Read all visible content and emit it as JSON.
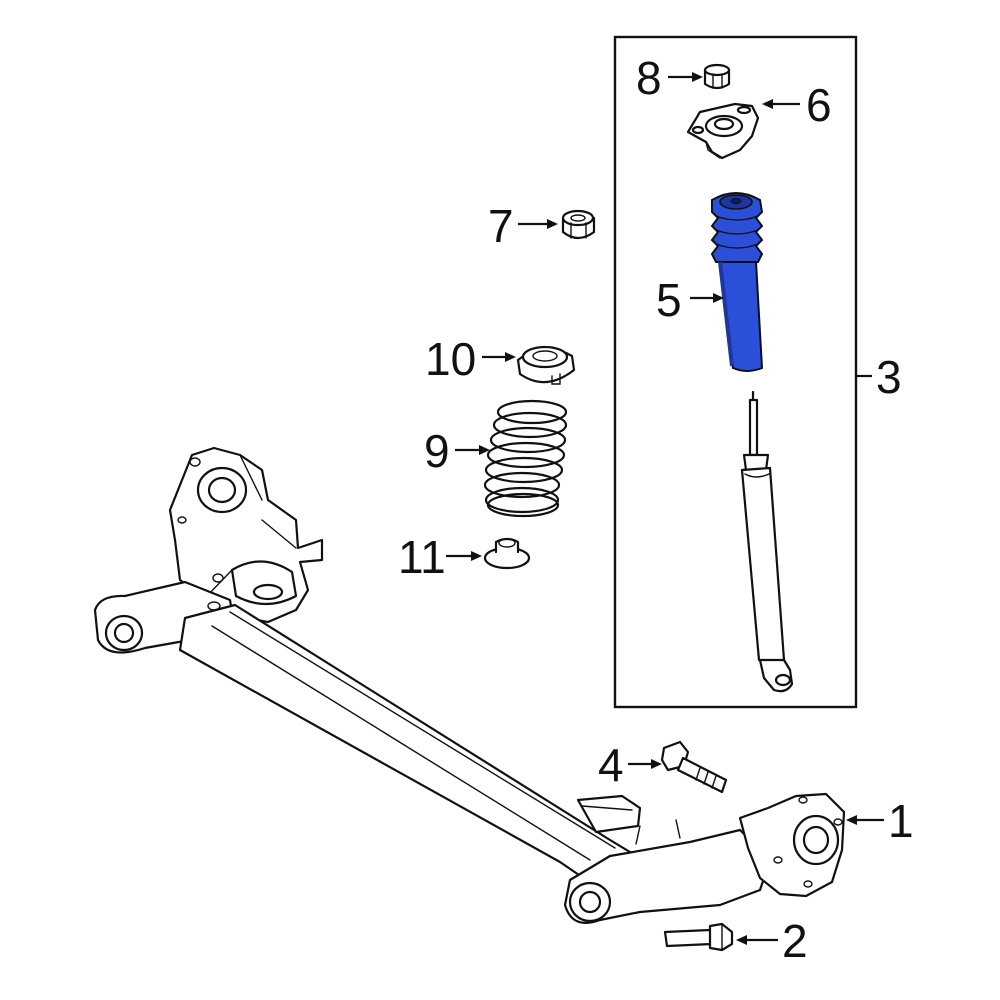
{
  "colors": {
    "background": "#ffffff",
    "line": "#111111",
    "highlight": "#2b4fd8",
    "highlight_dark": "#1d36a0"
  },
  "callouts": {
    "c1": "1",
    "c2": "2",
    "c3": "3",
    "c4": "4",
    "c5": "5",
    "c6": "6",
    "c7": "7",
    "c8": "8",
    "c9": "9",
    "c10": "10",
    "c11": "11"
  },
  "highlighted_part": "5"
}
